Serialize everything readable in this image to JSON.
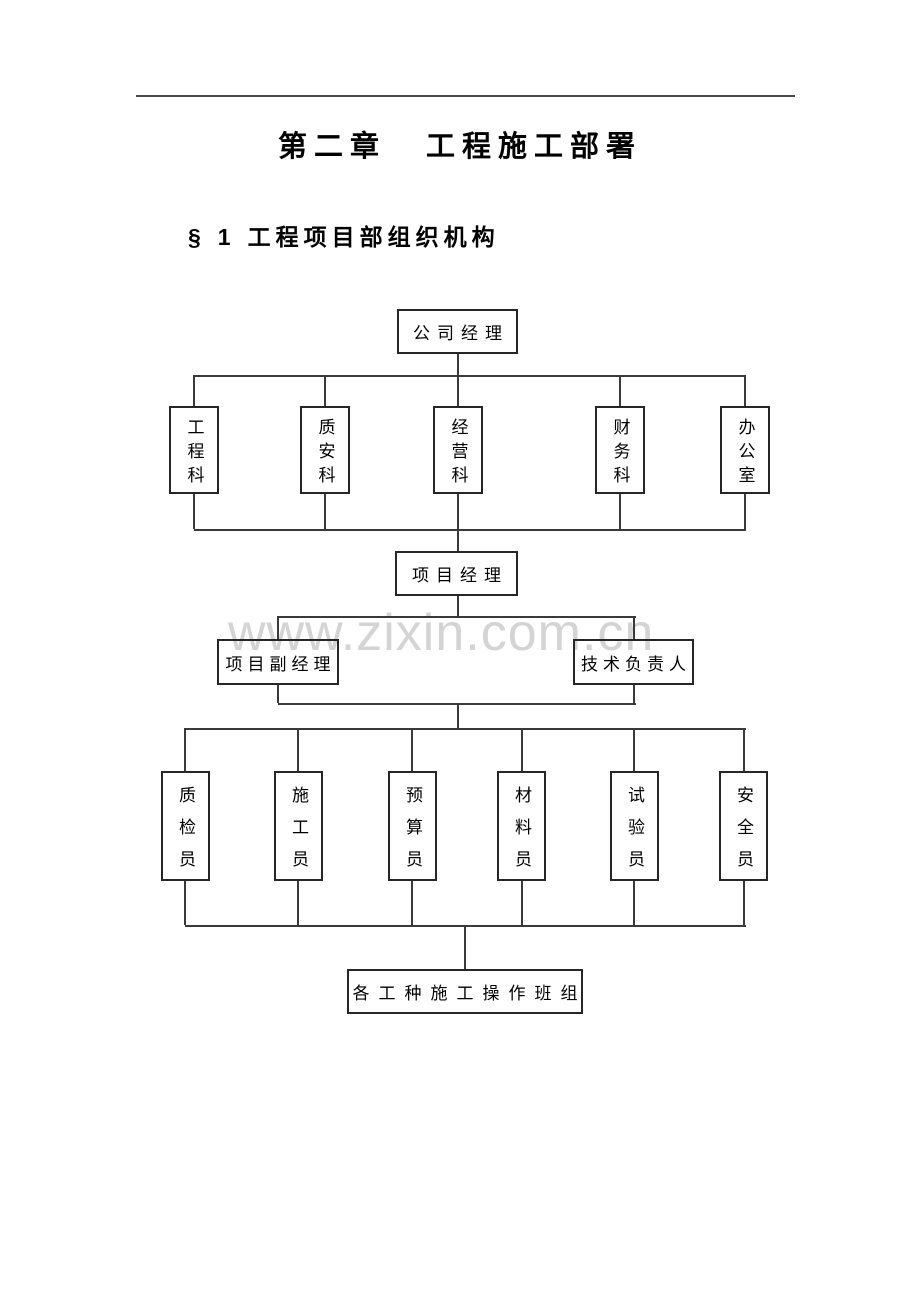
{
  "document": {
    "chapter": {
      "part1": "第二章",
      "part2": "工程施工部署"
    },
    "section": {
      "marker": "§",
      "number": "1",
      "title": "工程项目部组织机构"
    },
    "watermark": "www.zixin.com.cn"
  },
  "org_chart": {
    "root": "公司经理",
    "departments": [
      "工程科",
      "质安科",
      "经营科",
      "财务科",
      "办公室"
    ],
    "project_manager": "项目经理",
    "deputies": [
      "项目副经理",
      "技术负责人"
    ],
    "staff": [
      "质检员",
      "施工员",
      "预算员",
      "材料员",
      "试验员",
      "安全员"
    ],
    "crews": "各工种施工操作班组"
  },
  "colors": {
    "text": "#000000",
    "line": "#3a3a3a",
    "box_border": "#262626",
    "watermark": "#d4d4d4",
    "page_background": "#ffffff"
  }
}
